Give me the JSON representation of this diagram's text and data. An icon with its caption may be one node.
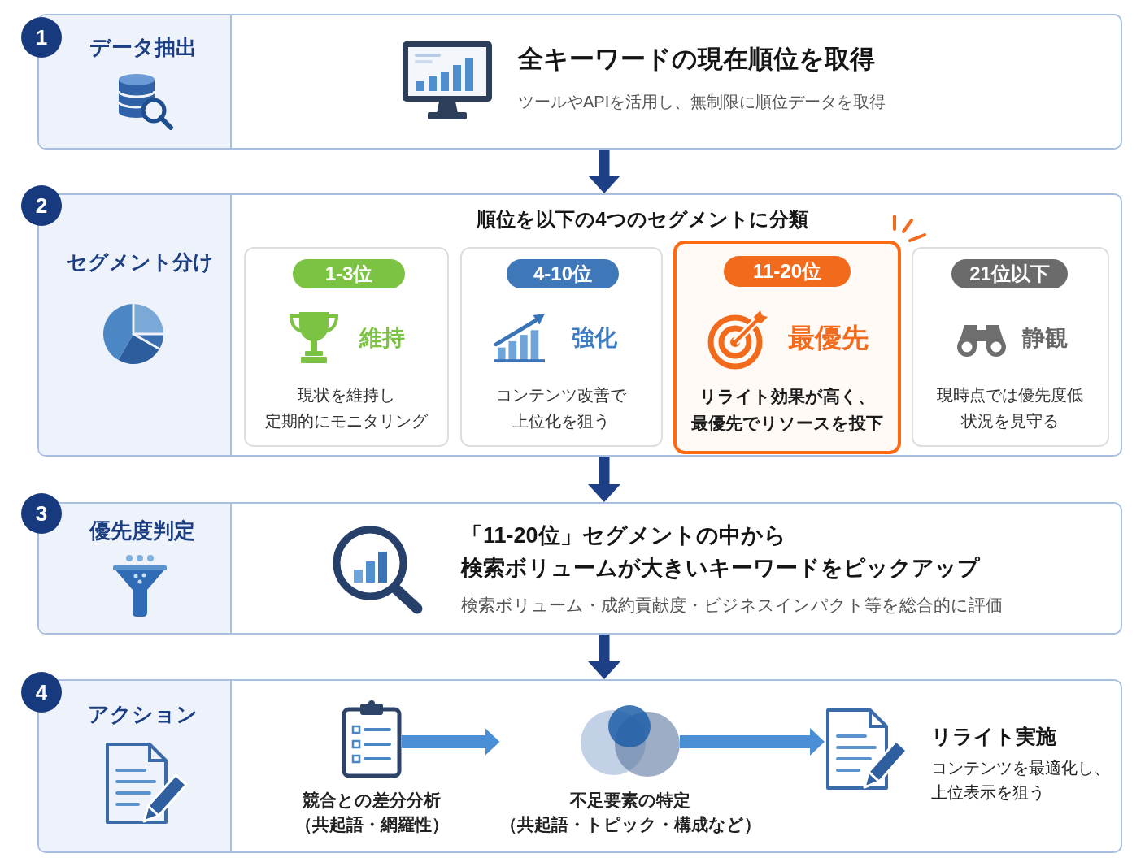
{
  "diagram": {
    "nodes": [
      {
        "text": [
          "全キーワードの現在順位を取得",
          "ツールやAPIを活用し、無制限に順位データを取得"
        ]
      },
      {
        "text": [
          "1"
        ]
      },
      {
        "text": [
          "データ抽出"
        ],
        "in": 0
      },
      {
        "text": [
          "順位を以下の4つのセグメントに分類"
        ]
      },
      {
        "text": [
          "2"
        ]
      },
      {
        "text": [
          "セグメント分け"
        ],
        "in": 3
      },
      {
        "text": [
          "維持",
          "現状を維持し定期的にモニタリング"
        ],
        "in": 3
      },
      {
        "text": [
          "1-3位"
        ],
        "in": 6
      },
      {
        "text": [
          "強化",
          "コンテンツ改善で上位化を狙う"
        ],
        "in": 3
      },
      {
        "text": [
          "4-10位"
        ],
        "in": 8
      },
      {
        "text": [
          "最優先",
          "リライト効果が高く、最優先でリソースを投下"
        ],
        "in": 3
      },
      {
        "text": [
          "11-20位"
        ],
        "in": 10
      },
      {
        "text": [
          "静観",
          "現時点では優先度低状況を見守る"
        ],
        "in": 3
      },
      {
        "text": [
          "21位以下"
        ],
        "in": 12
      },
      {
        "text": [
          "「11-20位」セグメントの中から検索ボリュームが大きいキーワードをピックアップ",
          "検索ボリューム・成約貢献度・ビジネスインパクト等を総合的に評価"
        ]
      },
      {
        "text": [
          "3"
        ]
      },
      {
        "text": [
          "優先度判定"
        ],
        "in": 14
      },
      {
        "text": [],
        "shape": "box"
      },
      {
        "text": [
          "4"
        ]
      },
      {
        "text": [
          "アクション"
        ],
        "in": 17
      },
      {
        "text": [
          "競合との差分分析（共起語・網羅性）"
        ],
        "in": 17
      },
      {
        "text": [
          "不足要素の特定（共起語・トピック・構成など）"
        ],
        "in": 17
      },
      {
        "text": [
          "リライト実施",
          "コンテンツを最適化し、上位表示を狙う"
        ],
        "in": 17
      }
    ],
    "edges": [
      {
        "from": 0,
        "to": 3,
        "arrow": "to"
      },
      {
        "from": 3,
        "to": 14,
        "arrow": "to"
      },
      {
        "from": 14,
        "to": 17,
        "arrow": "to"
      },
      {
        "from": 20,
        "to": 21,
        "arrow": "to",
        "color": "#4a8fd6"
      },
      {
        "from": 21,
        "to": 22,
        "arrow": "to",
        "color": "#4a8fd6"
      }
    ]
  }
}
